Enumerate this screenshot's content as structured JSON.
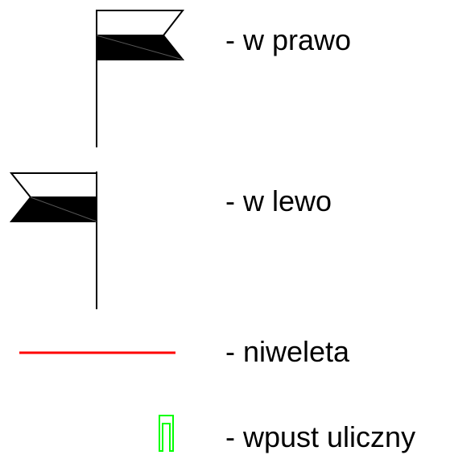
{
  "legend": {
    "items": [
      {
        "id": "flag-right",
        "label": "- w prawo",
        "icon": "flag-right-icon",
        "color": "#000000"
      },
      {
        "id": "flag-left",
        "label": "- w lewo",
        "icon": "flag-left-icon",
        "color": "#000000"
      },
      {
        "id": "grade-line",
        "label": "- niweleta",
        "icon": "red-line-icon",
        "color": "#ff0000"
      },
      {
        "id": "street-inlet",
        "label": "- wpust uliczny",
        "icon": "street-inlet-icon",
        "color": "#00ff00"
      }
    ]
  }
}
